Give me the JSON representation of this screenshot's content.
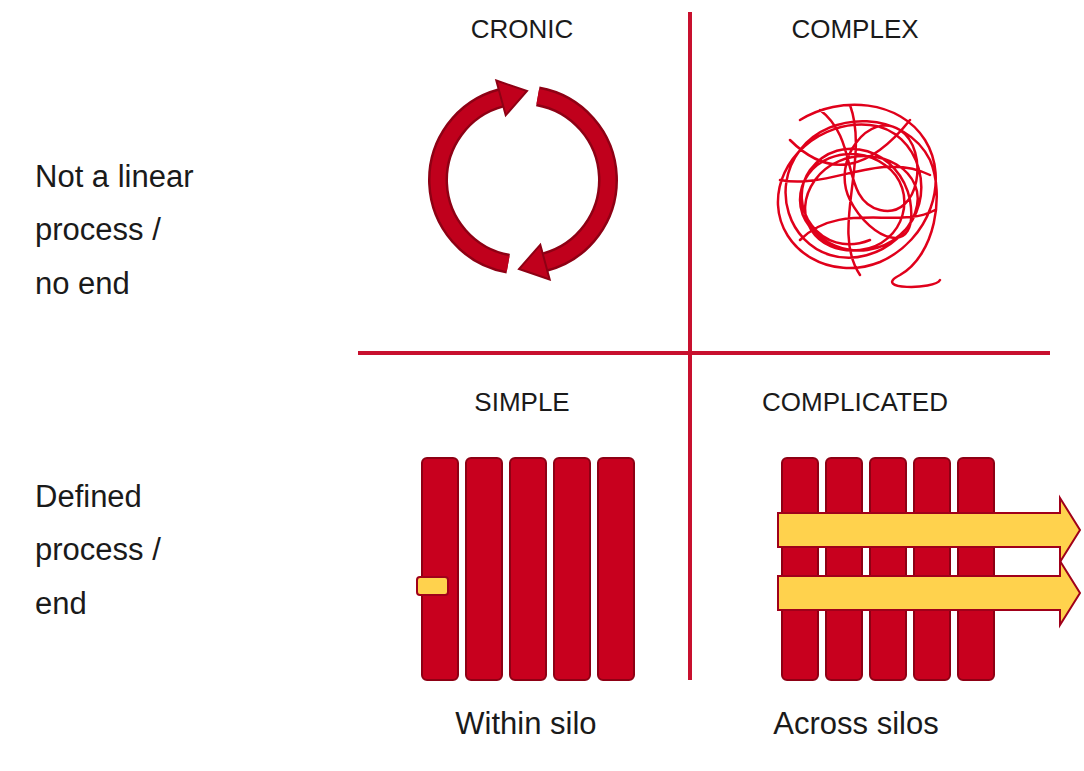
{
  "diagram": {
    "labels": [
      "CRONIC",
      "COMPLEX",
      "Not a linear process / no end",
      "SIMPLE",
      "COMPLICATED",
      "Defined process / end",
      "Within silo",
      "Across silos"
    ]
  }
}
